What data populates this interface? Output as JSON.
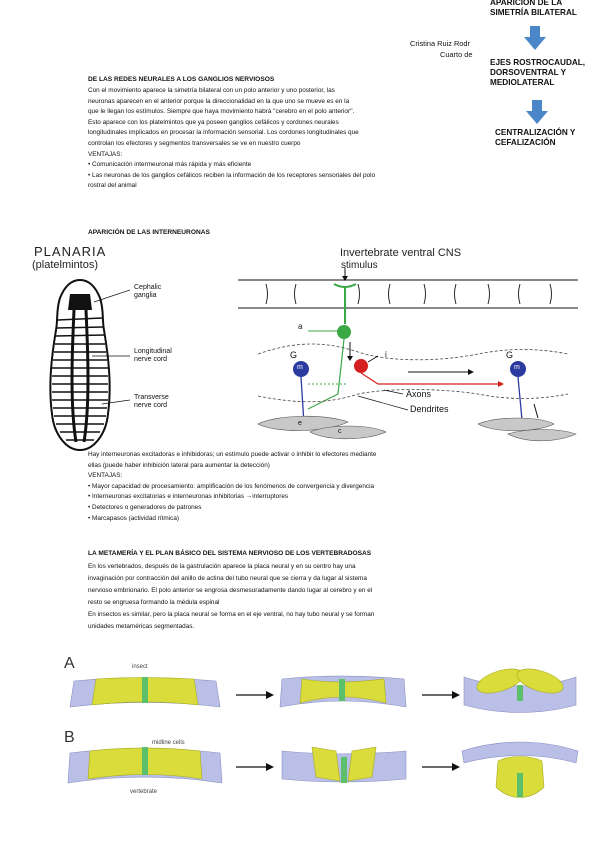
{
  "header": {
    "author": "Cristina Ruiz Rodr",
    "course": "Cuarto de"
  },
  "flow": {
    "step1": [
      "APARICIÓN DE LA",
      "SIMETRÍA BILATERAL"
    ],
    "step2": [
      "EJES ROSTROCAUDAL,",
      "DORSOVENTRAL Y",
      "MEDIOLATERAL"
    ],
    "step3": [
      "CENTRALIZACIÓN Y",
      "CEFALIZACIÓN"
    ],
    "arrow_color": "#4a86c8"
  },
  "section1": {
    "heading": "DE LAS REDES NEURALES A LOS GANGLIOS NERVIOSOS",
    "lines": [
      "Con el movimiento aparece la simetría bilateral con un polo anterior y uno posterior, las",
      "neuronas aparecen en el anterior porque la direccionalidad en la que uno se mueve es en la",
      "que le llegan los estímulos. Siempre que haya movimiento habrá ''cerebro en el polo anterior''.",
      "Esto aparece con los platelmintos que ya poseen ganglios cefálicos y cordones neurales",
      "longitudinales implicados en procesar la información sensorial. Los cordones longitudinales que",
      "controlan los efectores y segmentos transversales se ve en nuestro cuerpo",
      "VENTAJAS:",
      "• Comunicación intermeuronal más rápida y más eficiente",
      "• Las neuronas de los ganglios cefálicos reciben la información de los receptores sensoriales del polo",
      "rostral del animal"
    ]
  },
  "section2": {
    "heading": "APARICIÓN DE LAS INTERNEURONAS",
    "planaria": {
      "title": "PLANARIA",
      "subtitle": "(platelmintos)",
      "labels": [
        "Cephalic",
        "ganglia",
        "Longitudinal",
        "nerve cord",
        "Transverse",
        "nerve cord"
      ]
    },
    "cns": {
      "title": "Invertebrate ventral CNS",
      "stimulus": "stimulus",
      "a": "a",
      "i": "i",
      "g1": "G",
      "g2": "G",
      "m1": "m",
      "m2": "m",
      "axons": "Axons",
      "dendrites": "Dendrites",
      "e": "e",
      "c": "c",
      "green": "#3aa845",
      "red": "#d42020",
      "blue": "#2a3a9e"
    },
    "lines": [
      "Hay interneuronas excitadoras e inhibidoras; un estímulo puede activar o inhibir lo efectores mediante",
      "ellas (puede haber inhibición lateral para aumentar la detección)",
      "VENTAJAS:",
      "• Mayor capacidad de procesamiento: amplificación de los fenómenos de convergencia y divergencia",
      "• Interneuronas excitatorias e interneuronas inhibitorias →interruptores",
      "• Detectores o generadores de patrones",
      "• Marcapasos (actividad rítmica)"
    ]
  },
  "section3": {
    "heading": "LA METAMERÍA Y EL PLAN BÁSICO DEL SISTEMA NERVIOSO DE LOS VERTEBRADOSAS",
    "lines": [
      "En los vertebrados, después de la gastrulación aparece la placa neural y en su centro hay una",
      "invaginación por contracción del anillo de actina del tubo neural que se cierra y da lugar al sistema",
      "nervioso embrionario. El polo anterior se engrosa desmesuradamente dando lugar al cerebro y en el",
      "resto se engruesa formando la médula espinal",
      "En insectos es similar, pero la placa neural se forma en el eje ventral, no hay tubo neural y se forman",
      "unidades metaméricas segmentadas."
    ]
  },
  "figure": {
    "label_a": "A",
    "label_b": "B",
    "insect": "insect",
    "midline": "midline cells",
    "vertebrate": "vertebrate",
    "plate_color": "#d9dc3a",
    "side_color": "#b9bfe6",
    "midline_color": "#5cbf6a"
  }
}
